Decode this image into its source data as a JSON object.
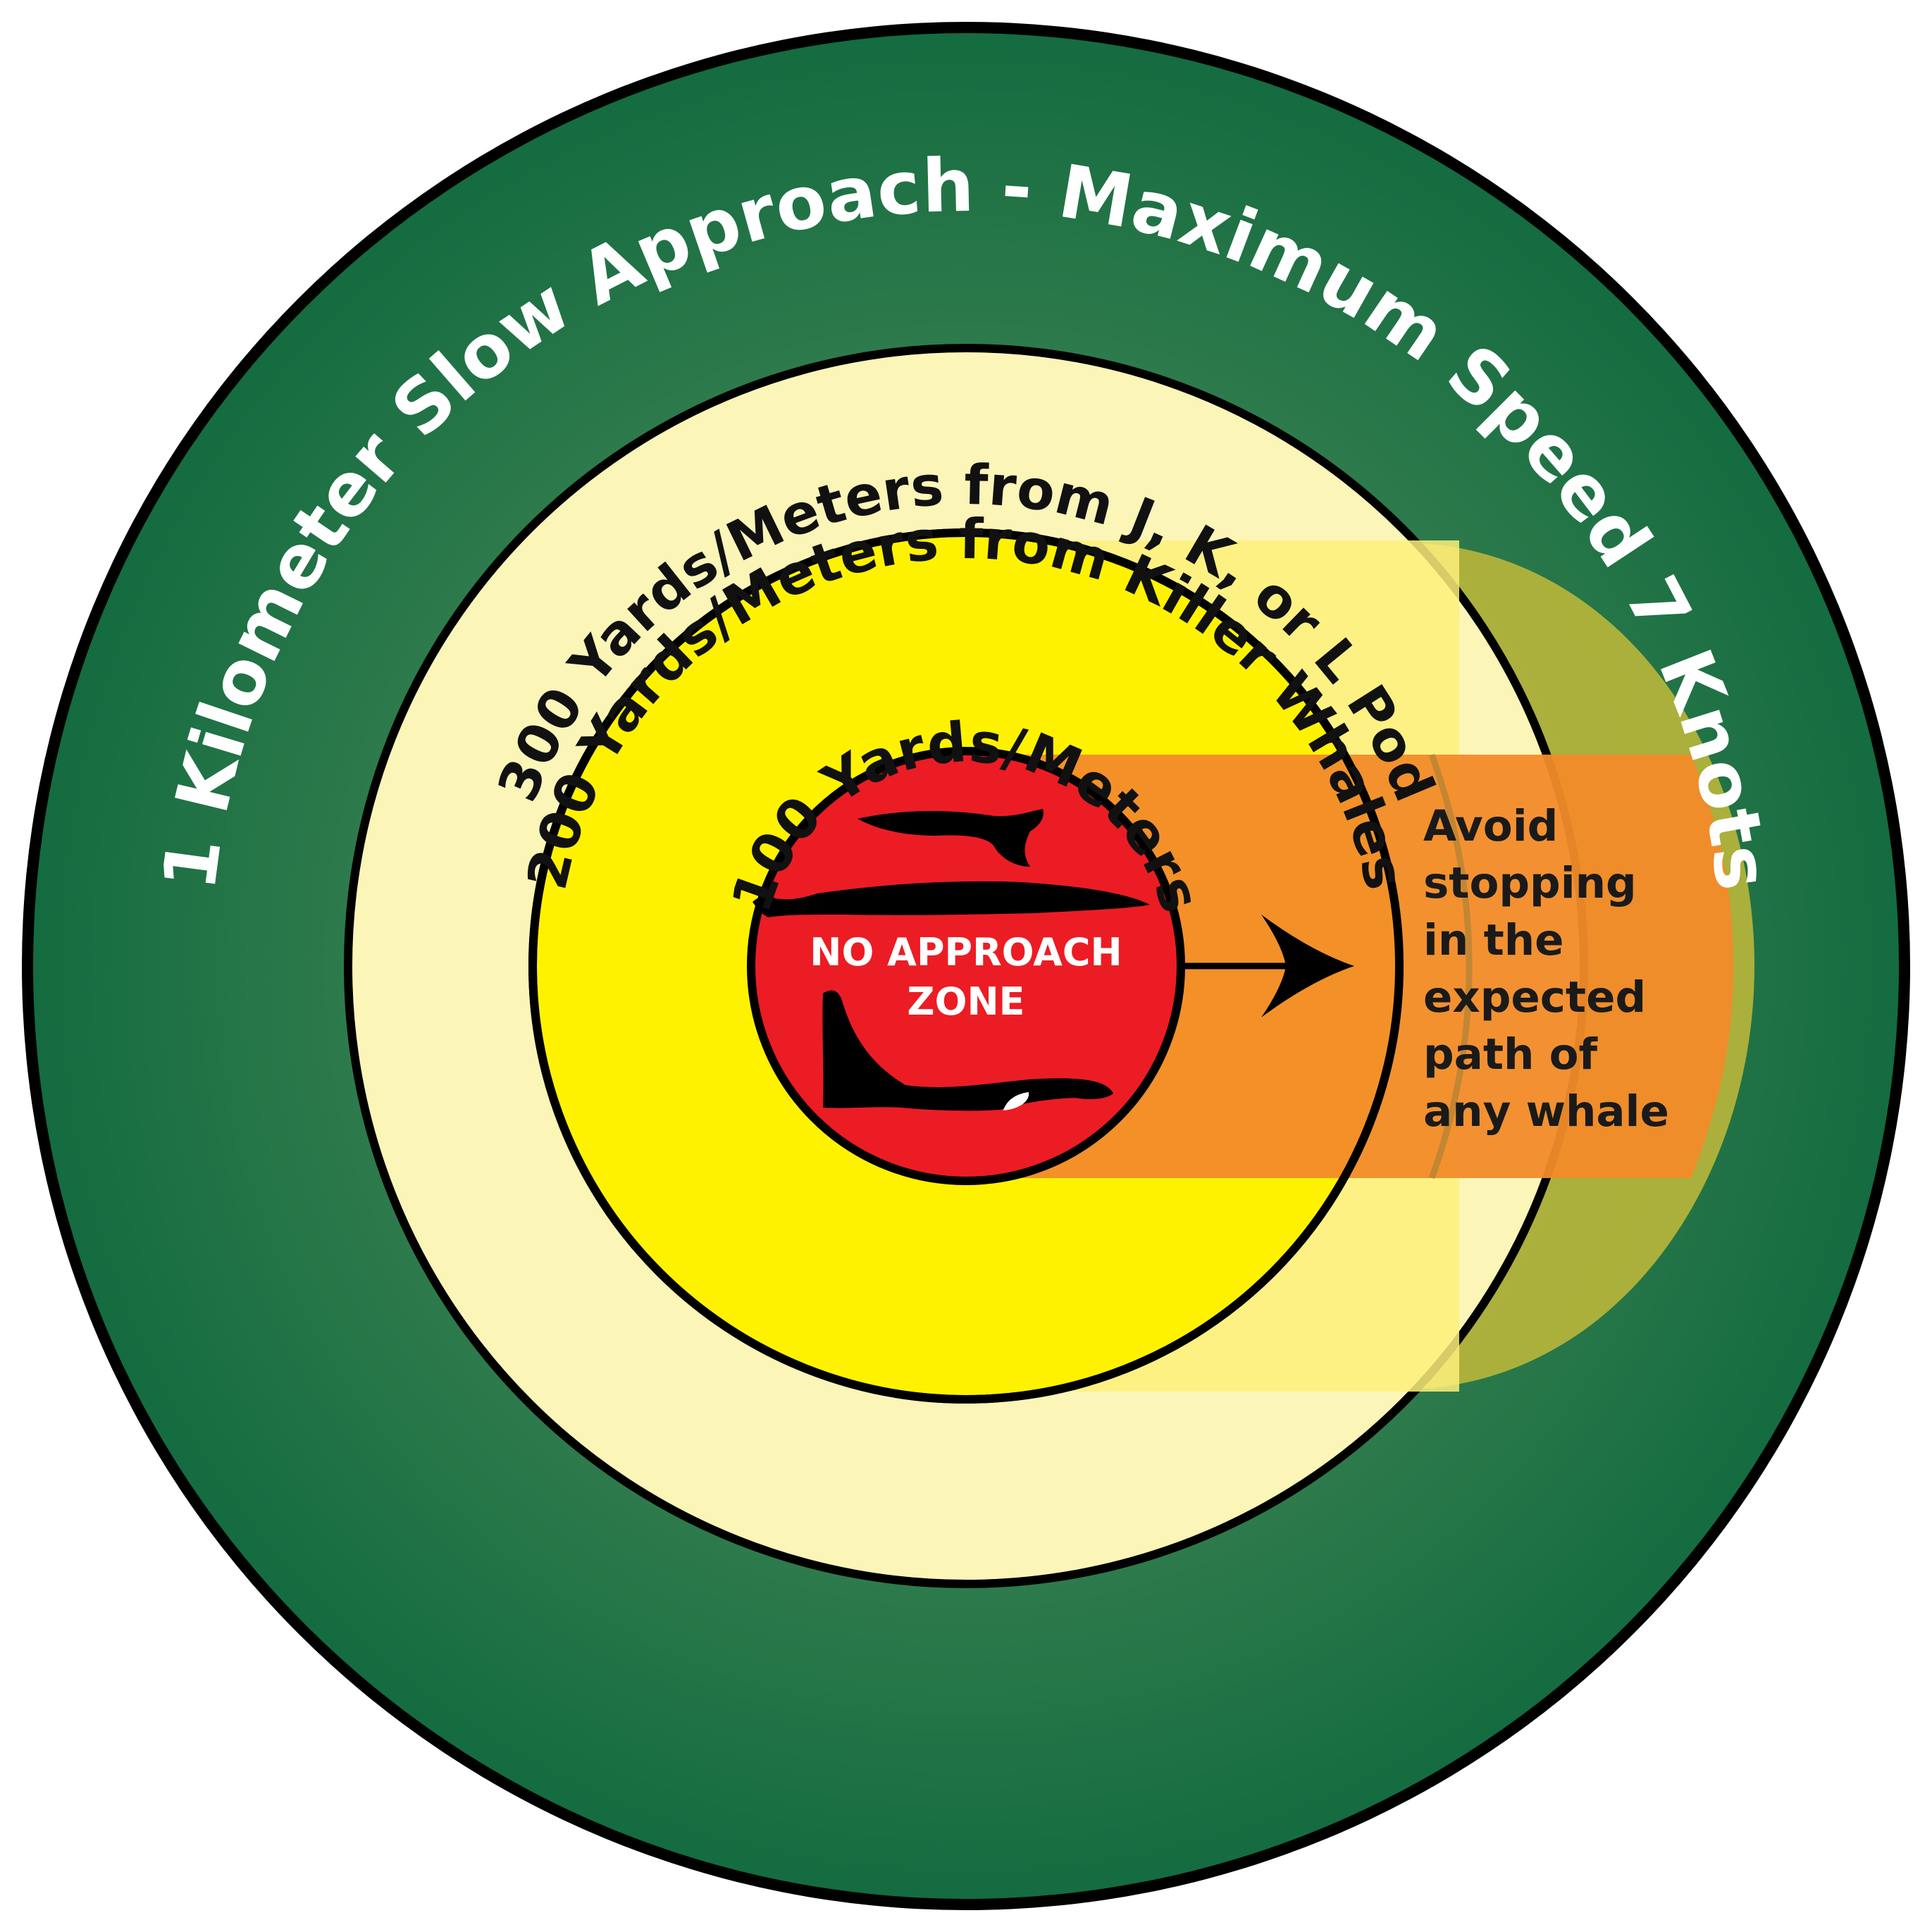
{
  "rings": {
    "outer_label": "1 Kilometer Slow Approach - Maximum Speed 7 Knots",
    "ring300_label": "300 Yards/Meters from J, K, or L Pod",
    "ring200_label": "200 Yards/Meters from Killer Whales",
    "ring100_label": "100 Yards/Meters"
  },
  "center": {
    "line1": "NO APPROACH",
    "line2": "ZONE"
  },
  "path_note": {
    "lines": [
      "Avoid",
      "stopping",
      "in the",
      "expected",
      "path of",
      "any whale"
    ]
  },
  "colors": {
    "outer_green": "#136b3f",
    "inner_green_glow": "#8aad7a",
    "pale_yellow": "#fbf5b8",
    "yellow": "#fff200",
    "red": "#ec1c24",
    "orange": "#f28b2a",
    "olive_overlay": "#b6b53b",
    "outline": "#000000"
  },
  "icons": {
    "tail": "whale-tail-icon",
    "whale": "swimming-whale-icon",
    "orca": "orca-icon",
    "arrow": "direction-arrow-icon"
  }
}
